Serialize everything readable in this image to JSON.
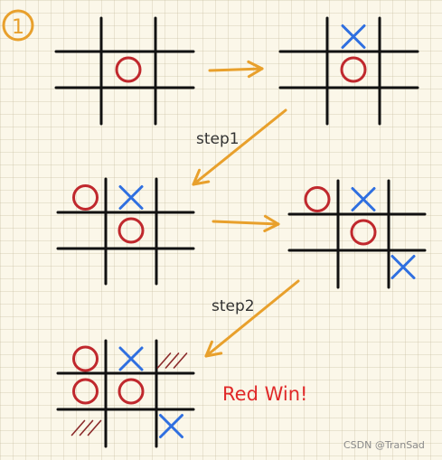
{
  "badge": {
    "text": "1",
    "color": "#e8a02c"
  },
  "labels": {
    "step1": "step1",
    "step2": "step2",
    "result": "Red Win!",
    "watermark": "CSDN @TranSad"
  },
  "colors": {
    "grid_line": "#111111",
    "o_mark": "#c0282d",
    "x_mark": "#2f6fe0",
    "arrow": "#e8a02c",
    "result_text": "#e02828",
    "hatch": "#8b2a2a"
  },
  "boards": [
    {
      "name": "board-1",
      "cells": [
        "",
        "",
        "",
        "",
        "O",
        "",
        "",
        "",
        ""
      ]
    },
    {
      "name": "board-2",
      "cells": [
        "",
        "X",
        "",
        "",
        "O",
        "",
        "",
        "",
        ""
      ]
    },
    {
      "name": "board-3",
      "cells": [
        "O",
        "X",
        "",
        "",
        "O",
        "",
        "",
        "",
        ""
      ]
    },
    {
      "name": "board-4",
      "cells": [
        "O",
        "X",
        "",
        "",
        "O",
        "",
        "",
        "",
        "X"
      ]
    },
    {
      "name": "board-5",
      "cells": [
        "O",
        "X",
        "hatch",
        "O",
        "O",
        "",
        "hatch",
        "",
        "X"
      ]
    }
  ]
}
